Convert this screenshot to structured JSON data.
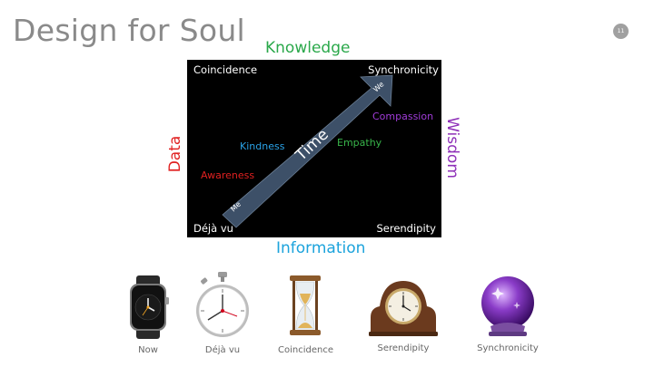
{
  "slide": {
    "title": "Design for Soul",
    "page_number": "11"
  },
  "axes": {
    "top": "Knowledge",
    "bottom": "Information",
    "left": "Data",
    "right": "Wisdom"
  },
  "corners": {
    "top_left": "Coincidence",
    "top_right": "Synchronicity",
    "bottom_left": "Déjà vu",
    "bottom_right": "Serendipity"
  },
  "arrow": {
    "label": "Time",
    "start_label": "Me",
    "end_label": "We"
  },
  "inner_words": {
    "awareness": "Awareness",
    "kindness": "Kindness",
    "empathy": "Empathy",
    "compassion": "Compassion"
  },
  "colors": {
    "data": "#e02020",
    "knowledge": "#2aa84a",
    "information": "#1ca3dc",
    "wisdom": "#8e2fb8",
    "arrow": "#3d5068"
  },
  "icons": [
    {
      "icon": "smartwatch-icon",
      "label": "Now"
    },
    {
      "icon": "stopwatch-icon",
      "label": "Déjà vu"
    },
    {
      "icon": "hourglass-icon",
      "label": "Coincidence"
    },
    {
      "icon": "mantel-clock-icon",
      "label": "Serendipity"
    },
    {
      "icon": "crystal-ball-icon",
      "label": "Synchronicity"
    }
  ]
}
